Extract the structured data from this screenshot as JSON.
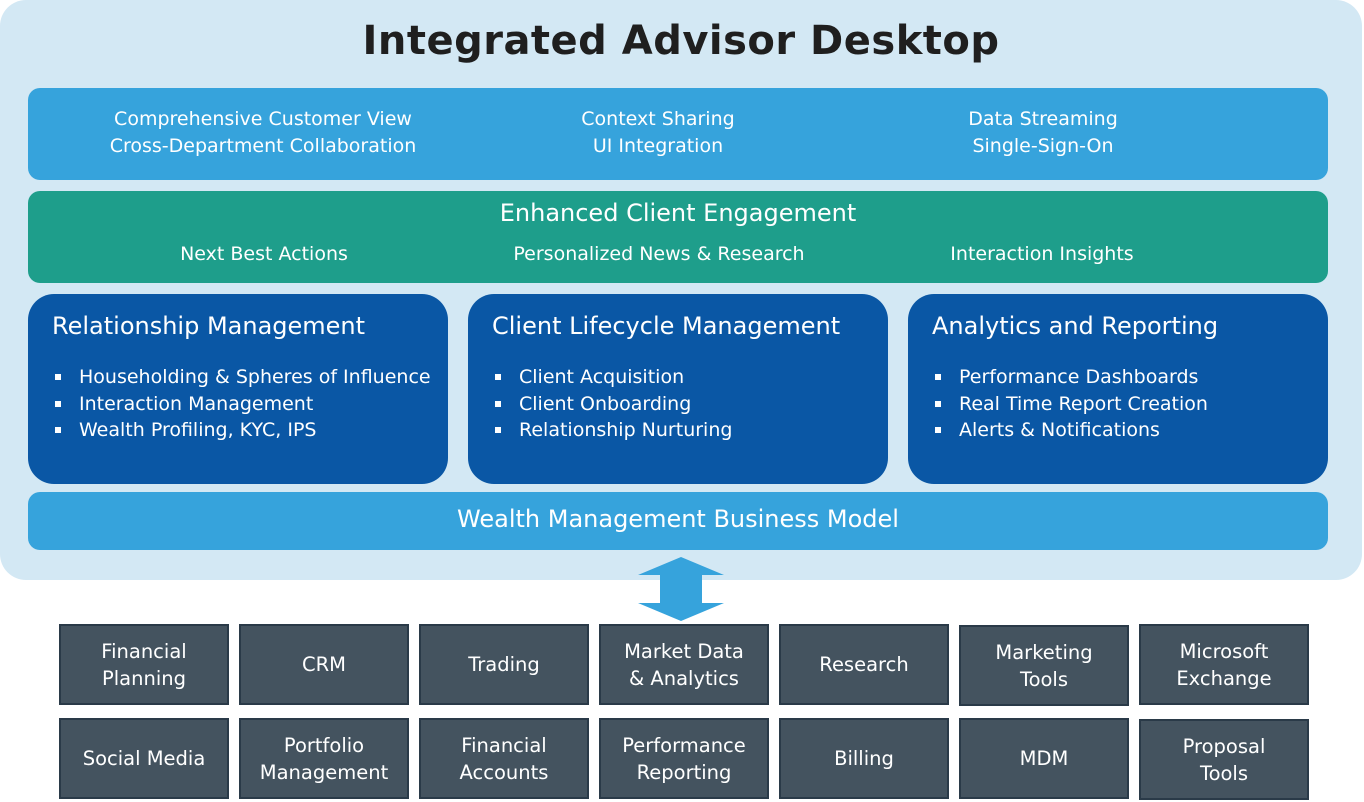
{
  "title": "Integrated Advisor Desktop",
  "top_band": {
    "col1": "Comprehensive Customer View\nCross-Department Collaboration",
    "col2": "Context Sharing\nUI Integration",
    "col3": "Data Streaming\nSingle-Sign-On"
  },
  "engagement": {
    "title": "Enhanced Client Engagement",
    "items": [
      "Next Best Actions",
      "Personalized News & Research",
      "Interaction Insights"
    ]
  },
  "cards": [
    {
      "title": "Relationship Management",
      "items": [
        "Householding & Spheres of Influence",
        "Interaction Management",
        "Wealth Profiling, KYC, IPS"
      ]
    },
    {
      "title": "Client Lifecycle Management",
      "items": [
        "Client Acquisition",
        "Client Onboarding",
        "Relationship Nurturing"
      ]
    },
    {
      "title": "Analytics and Reporting",
      "items": [
        "Performance Dashboards",
        "Real Time Report Creation",
        "Alerts & Notifications"
      ]
    }
  ],
  "business_model": "Wealth Management Business Model",
  "systems": [
    "Financial\nPlanning",
    "CRM",
    "Trading",
    "Market Data\n& Analytics",
    "Research",
    "Marketing\nTools",
    "Microsoft\nExchange",
    "Social Media",
    "Portfolio\nManagement",
    "Financial\nAccounts",
    "Performance\nReporting",
    "Billing",
    "MDM",
    "Proposal\nTools"
  ],
  "colors": {
    "outer_bg": "#d3e8f4",
    "light_blue": "#36a3dc",
    "teal": "#1e9e8b",
    "dark_blue": "#0a57a5",
    "system_box": "#44535f"
  },
  "icons": {
    "connector": "double-headed-vertical-arrow-icon"
  }
}
